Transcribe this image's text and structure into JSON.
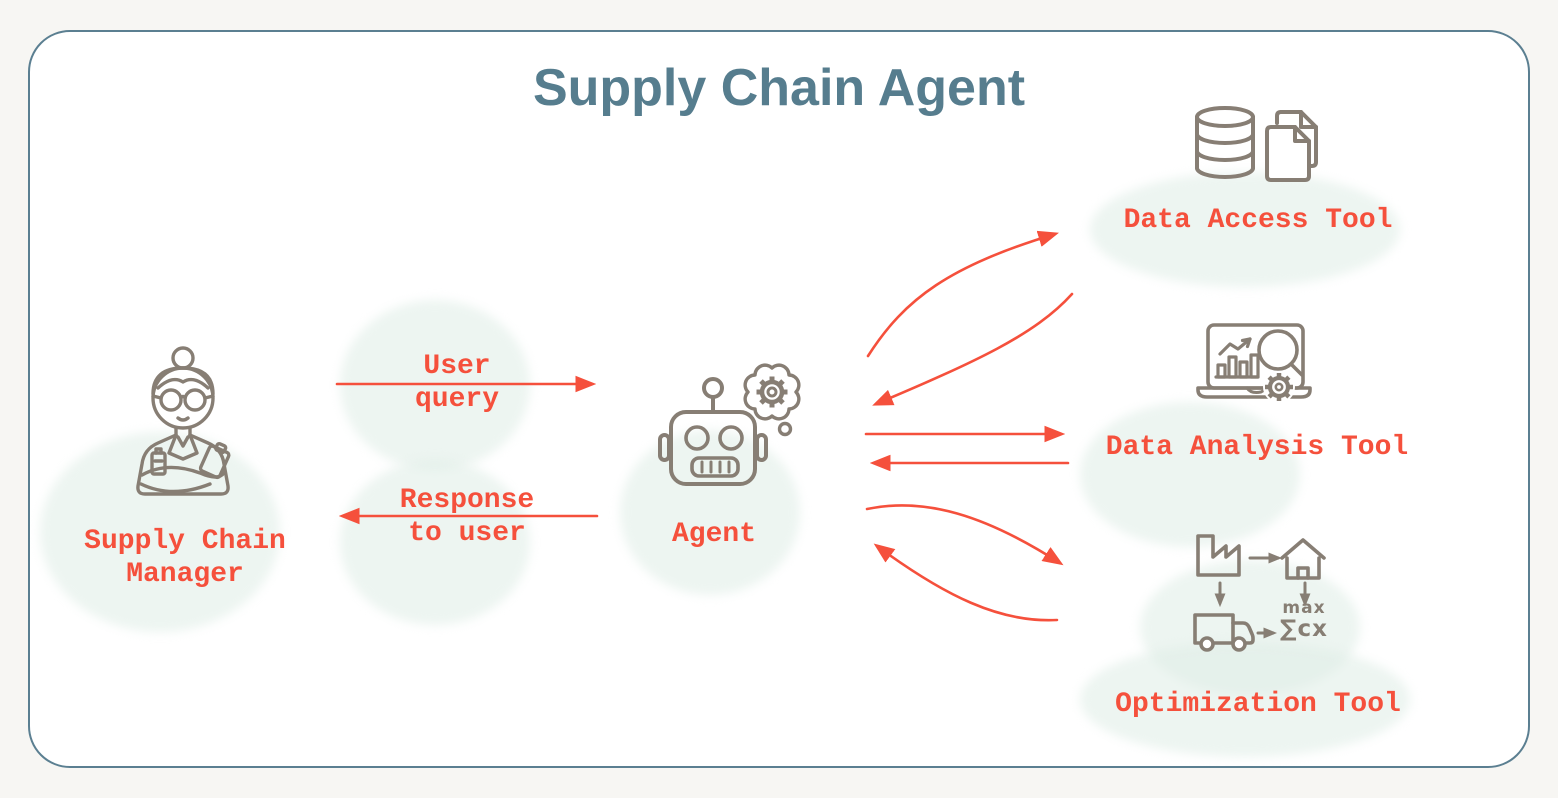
{
  "title": "Supply Chain Agent",
  "actors": {
    "manager": {
      "label": "Supply Chain Manager"
    },
    "agent": {
      "label": "Agent"
    }
  },
  "flows": {
    "user_query": {
      "label": "User query"
    },
    "response": {
      "label": "Response to user"
    }
  },
  "tools": [
    {
      "id": "data-access",
      "label": "Data Access Tool"
    },
    {
      "id": "data-analysis",
      "label": "Data Analysis Tool"
    },
    {
      "id": "optimization",
      "label": "Optimization Tool"
    }
  ],
  "optimization_formula": {
    "objective": "max",
    "expression": "∑cx"
  },
  "colors": {
    "accent_red": "#f5503c",
    "icon_gray": "#877e74",
    "title_blue": "#567d8e",
    "border_blue": "#5b7f91",
    "card_bg": "#ffffff",
    "page_bg": "#f7f6f3"
  }
}
